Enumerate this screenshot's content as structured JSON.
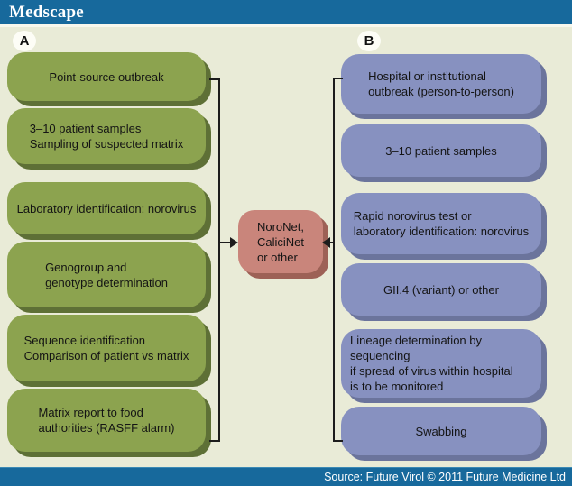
{
  "header": {
    "logo": "Medscape"
  },
  "footer": {
    "source": "Source: Future Virol © 2011 Future Medicine Ltd"
  },
  "diagram": {
    "label_a": "A",
    "label_b": "B",
    "center": {
      "lines": [
        "NoroNet,",
        "CaliciNet",
        "or other"
      ]
    },
    "column_a": {
      "boxes": [
        {
          "lines": [
            "Point-source outbreak"
          ]
        },
        {
          "lines": [
            "3–10 patient samples",
            "Sampling of suspected matrix"
          ]
        },
        {
          "lines": [
            "Laboratory identification: norovirus"
          ]
        },
        {
          "lines": [
            "Genogroup and",
            "genotype determination"
          ]
        },
        {
          "lines": [
            "Sequence identification",
            "Comparison of patient vs matrix"
          ]
        },
        {
          "lines": [
            "Matrix report to food",
            "authorities (RASFF alarm)"
          ]
        }
      ]
    },
    "column_b": {
      "boxes": [
        {
          "lines": [
            "Hospital or institutional",
            "outbreak (person-to-person)"
          ]
        },
        {
          "lines": [
            "3–10 patient samples"
          ]
        },
        {
          "lines": [
            "Rapid norovirus test or",
            "laboratory identification: norovirus"
          ]
        },
        {
          "lines": [
            "GII.4 (variant) or other"
          ]
        },
        {
          "lines": [
            "Lineage determination by sequencing",
            "if spread of virus within hospital",
            "is to be monitored"
          ]
        },
        {
          "lines": [
            "Swabbing"
          ]
        }
      ]
    }
  },
  "colors": {
    "bar_blue": "#17699C",
    "canvas_background": "#E9EBD7",
    "green_box": "#8CA34F",
    "green_shadow": "#5E7036",
    "blue_box": "#8791C0",
    "blue_shadow": "#6B749C",
    "pink_box": "#C9857B",
    "pink_shadow": "#9D6156",
    "connector_line": "#1C1C1C",
    "text": "#141414"
  }
}
